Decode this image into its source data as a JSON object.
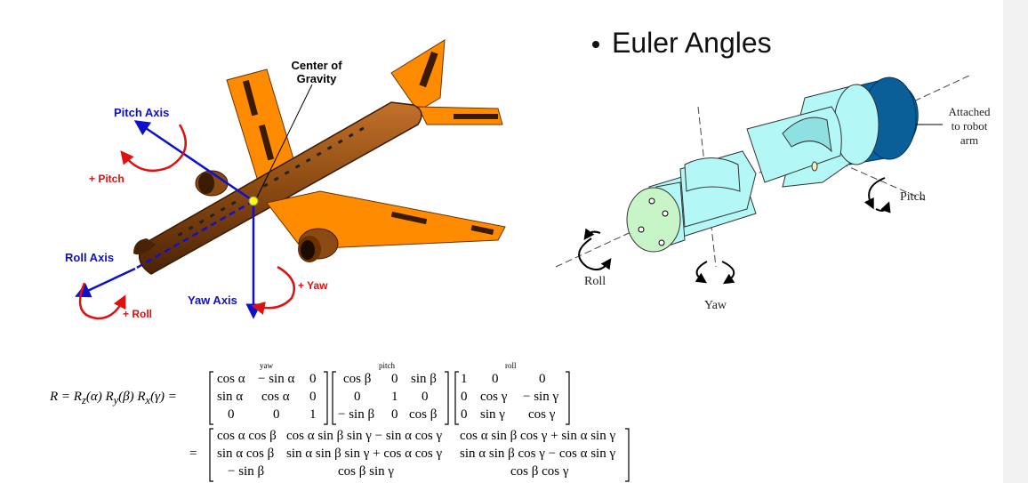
{
  "slide": {
    "bullet": "Euler Angles"
  },
  "airplane": {
    "center_of_gravity_line1": "Center of",
    "center_of_gravity_line2": "Gravity",
    "pitch_axis": "Pitch Axis",
    "plus_pitch": "+ Pitch",
    "roll_axis": "Roll Axis",
    "plus_roll": "+ Roll",
    "yaw_axis": "Yaw Axis",
    "plus_yaw": "+ Yaw",
    "colors": {
      "body": "#8b4a12",
      "wing": "#ff8c00",
      "axis": "#1010cc",
      "arrow": "#e01010",
      "cg": "#ffff00"
    }
  },
  "wrist": {
    "attached_line1": "Attached",
    "attached_line2": "to robot",
    "attached_line3": "arm",
    "pitch": "Pitch",
    "roll": "Roll",
    "yaw": "Yaw",
    "colors": {
      "body": "#b3f7f7",
      "end": "#c8f5c8",
      "arm": "#0066aa"
    }
  },
  "equation": {
    "lhs": "R = R",
    "lhs_full": "R = Rz(α) Ry(β) Rx(γ) =",
    "label_yaw": "yaw",
    "label_pitch": "pitch",
    "label_roll": "roll",
    "yaw_matrix": [
      [
        "cos α",
        "− sin α",
        "0"
      ],
      [
        "sin α",
        "cos α",
        "0"
      ],
      [
        "0",
        "0",
        "1"
      ]
    ],
    "pitch_matrix": [
      [
        "cos β",
        "0",
        "sin β"
      ],
      [
        "0",
        "1",
        "0"
      ],
      [
        "− sin β",
        "0",
        "cos β"
      ]
    ],
    "roll_matrix": [
      [
        "1",
        "0",
        "0"
      ],
      [
        "0",
        "cos γ",
        "− sin γ"
      ],
      [
        "0",
        "sin γ",
        "cos γ"
      ]
    ],
    "equals": "=",
    "result_matrix": [
      [
        "cos α cos β",
        "cos α sin β sin γ − sin α cos γ",
        "cos α sin β cos γ + sin α sin γ"
      ],
      [
        "sin α cos β",
        "sin α sin β sin γ + cos α cos γ",
        "sin α sin β cos γ − cos α sin γ"
      ],
      [
        "− sin β",
        "cos β sin γ",
        "cos β cos γ"
      ]
    ]
  }
}
